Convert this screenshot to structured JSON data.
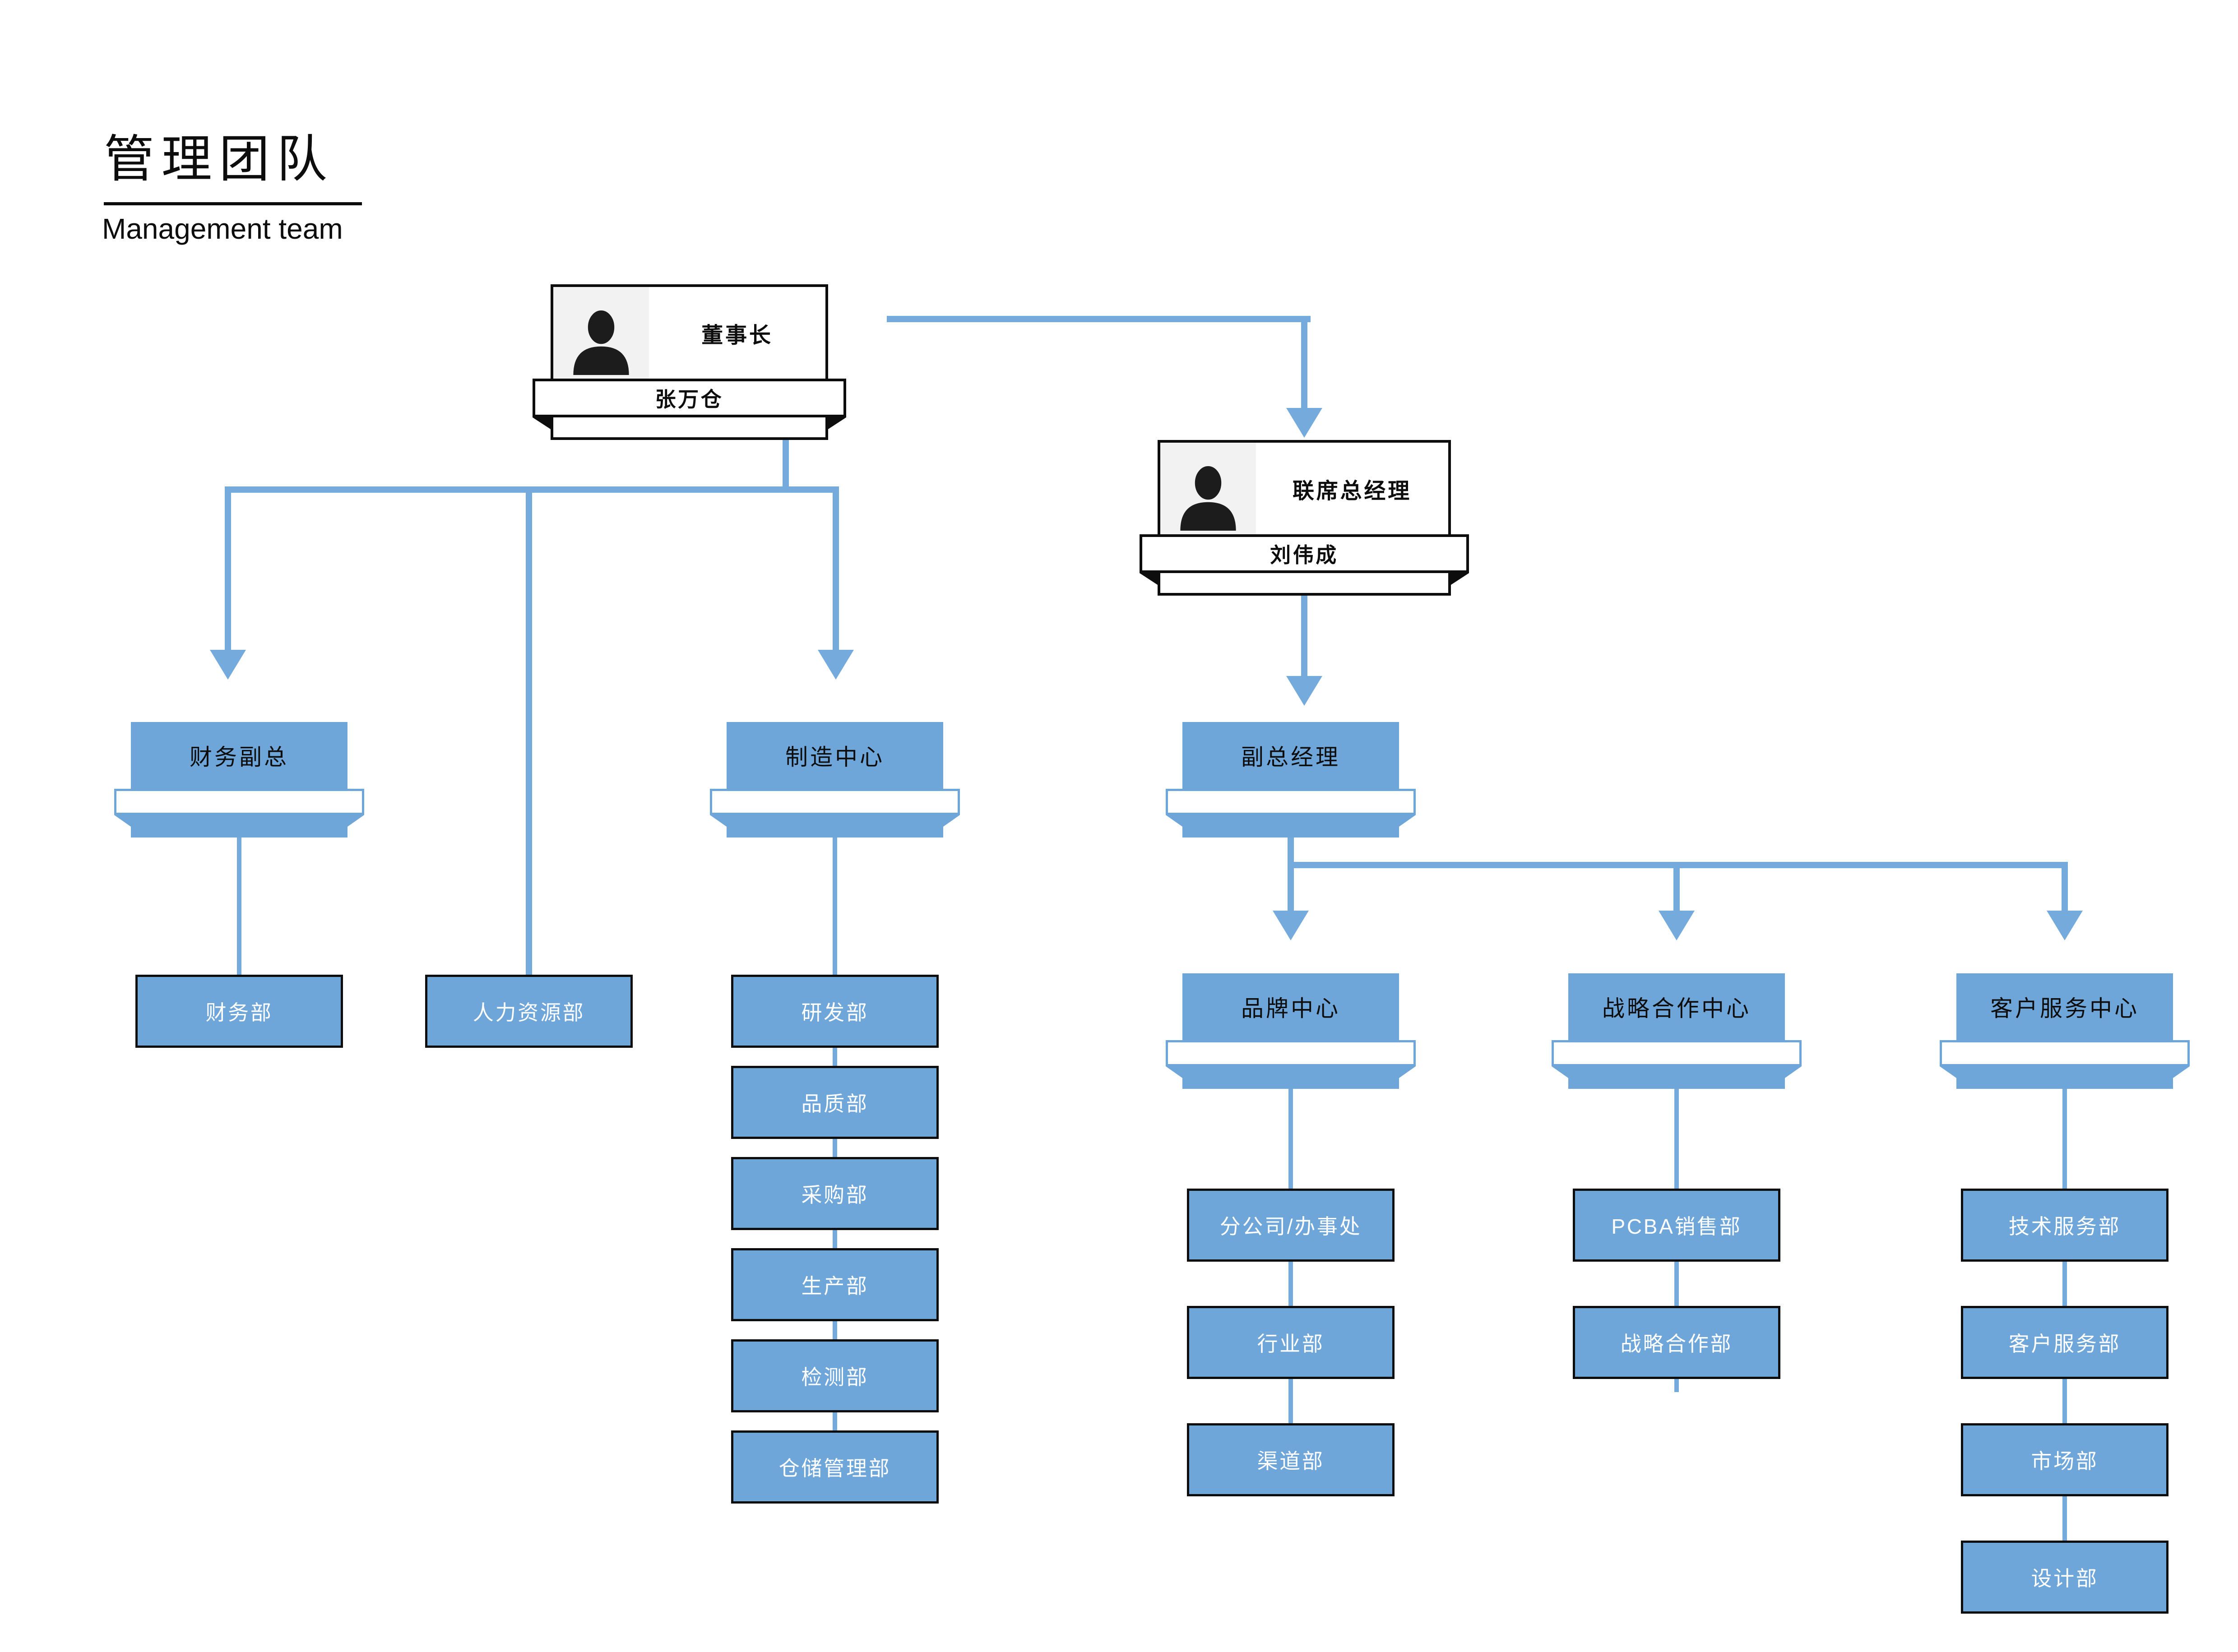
{
  "page": {
    "title_zh": "管理团队",
    "title_en": "Management team"
  },
  "cards": {
    "chairman": {
      "role": "董事长",
      "name": "张万仓"
    },
    "co_gm": {
      "role": "联席总经理",
      "name": "刘伟成"
    }
  },
  "headers": {
    "finance_vp": "财务副总",
    "mfg": "制造中心",
    "deputy_gm": "副总经理",
    "brand": "品牌中心",
    "strategy": "战略合作中心",
    "customer": "客户服务中心"
  },
  "departments": {
    "finance": "财务部",
    "hr": "人力资源部",
    "mfg": [
      "研发部",
      "品质部",
      "采购部",
      "生产部",
      "检测部",
      "仓储管理部"
    ],
    "brand": [
      "分公司/办事处",
      "行业部",
      "渠道部"
    ],
    "strategy": [
      "PCBA销售部",
      "战略合作部"
    ],
    "customer": [
      "技术服务部",
      "客户服务部",
      "市场部",
      "设计部"
    ]
  },
  "colors": {
    "box_blue": "#6fa6d9",
    "line_blue": "#74abdc",
    "ink": "#0d0d0d",
    "photo_bg": "#f2f2f2",
    "leaf_text": "#ffffff"
  }
}
